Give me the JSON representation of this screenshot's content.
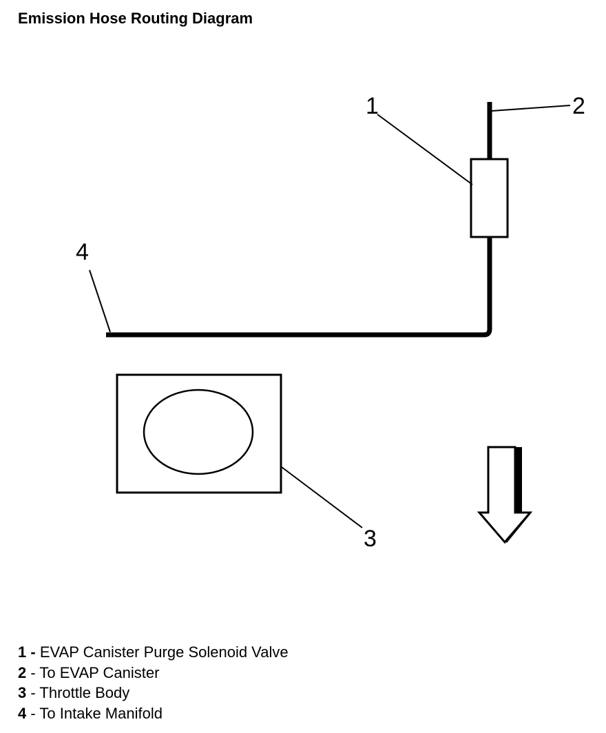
{
  "title": "Emission Hose Routing Diagram",
  "callouts": {
    "c1": "1",
    "c2": "2",
    "c3": "3",
    "c4": "4"
  },
  "legend": [
    {
      "num": "1",
      "sep": " - ",
      "label": "EVAP Canister Purge Solenoid Valve"
    },
    {
      "num": "2",
      "sep": " - ",
      "label": "To EVAP Canister"
    },
    {
      "num": "3",
      "sep": " - ",
      "label": "Throttle Body"
    },
    {
      "num": "4",
      "sep": " - ",
      "label": "To Intake Manifold"
    }
  ],
  "colors": {
    "line": "#000000",
    "background": "#ffffff"
  },
  "icons": {
    "direction_arrow": "down-arrow-icon"
  }
}
